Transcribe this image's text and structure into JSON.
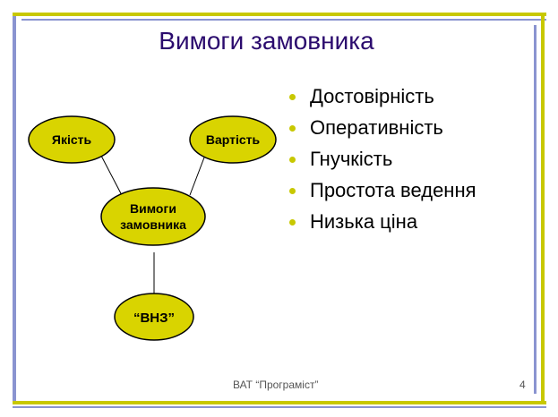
{
  "title": "Вимоги замовника",
  "diagram": {
    "center": "Вимоги\nзамовника",
    "nodes": {
      "quality": "Якість",
      "cost": "Вартість",
      "university": "“ВНЗ”"
    }
  },
  "bullets": [
    "Достовірність",
    "Оперативність",
    "Гнучкість",
    "Простота ведення",
    "Низька ціна"
  ],
  "footer": {
    "company": "ВАТ “Програміст”",
    "page_number": "4"
  },
  "colors": {
    "node_fill": "#d9d400",
    "title": "#2b0b6e",
    "accent_yellow": "#c8c800",
    "accent_blue": "#8a94d0"
  }
}
